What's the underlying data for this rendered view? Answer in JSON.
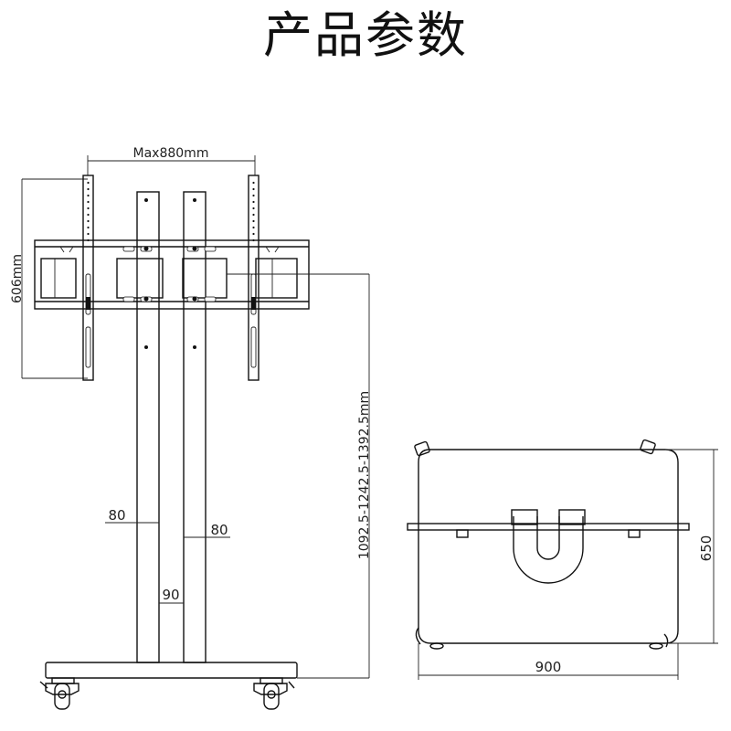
{
  "title": "产品参数",
  "dimensions": {
    "bracket_width": "Max880mm",
    "bracket_height": "606mm",
    "height_range": "1092.5-1242.5-1392.5mm",
    "pole_width_left": "80",
    "pole_width_right": "80",
    "pole_gap": "90",
    "base_depth": "650",
    "base_width": "900"
  }
}
